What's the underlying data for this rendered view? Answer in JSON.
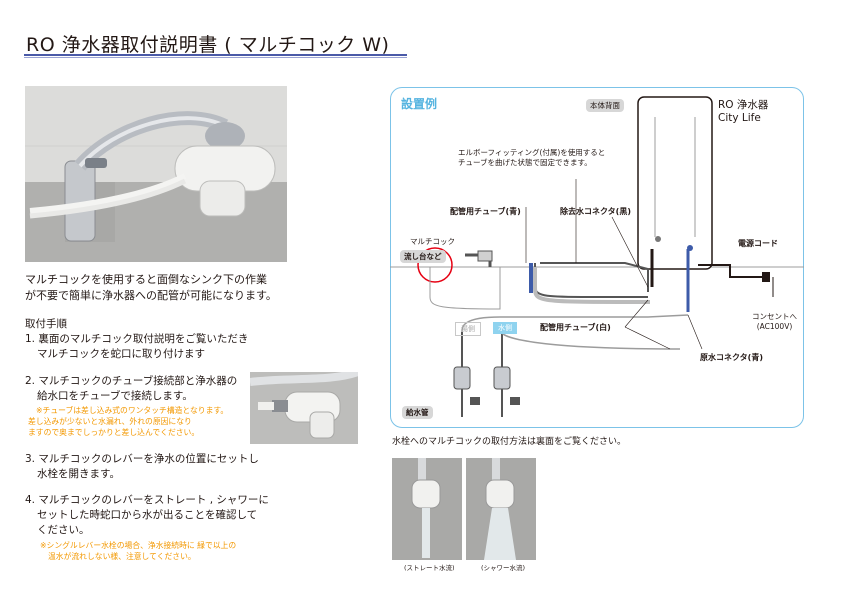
{
  "title": "RO 浄水器取付説明書 ( マルチコック W)",
  "intro": [
    "マルチコックを使用すると面倒なシンク下の作業",
    "が不要で簡単に浄水器への配管が可能になります。"
  ],
  "steps_heading": "取付手順",
  "steps": {
    "s1": [
      "1. 裏面のマルチコック取付説明をご覧いただき",
      "マルチコックを蛇口に取り付けます"
    ],
    "s2": [
      "2. マルチコックのチューブ接続部と浄水器の",
      "給水口をチューブで接続します。"
    ],
    "s2_notes": [
      "※チューブは差し込み式のワンタッチ構造となります。",
      "差し込みが少ないと水漏れ、外れの原因になり",
      "ますので奥までしっかりと差し込んでください。"
    ],
    "s3": [
      "3. マルチコックのレバーを浄水の位置にセットし",
      "水栓を開きます。"
    ],
    "s4": [
      "4. マルチコックのレバーをストレート , シャワーに",
      "セットした時蛇口から水が出ることを確認して",
      "ください。"
    ],
    "s4_notes": [
      "※シングルレバー水栓の場合、浄水接続時に 緑で以上の",
      "温水が流れしない様、注意してください。"
    ]
  },
  "diagram": {
    "title": "設置例",
    "unit_back": "本体背面",
    "unit_name": [
      "RO 浄水器",
      "City Life"
    ],
    "elbow_note": [
      "エルボーフィッティング(付属)を使用すると",
      "チューブを曲げた状態で固定できます。"
    ],
    "pipe_blue": "配管用チューブ(青)",
    "waste_connector": "除去水コネクタ(黒)",
    "multicock": "マルチコック",
    "sink_badge": "流し台など",
    "power_cord": "電源コード",
    "outlet": [
      "コンセントへ",
      "(AC100V)"
    ],
    "pipe_white": "配管用チューブ(白)",
    "source_connector": "原水コネクタ(青)",
    "tag_hot": "湯側",
    "tag_water": "水側",
    "supply_pipe": "給水管"
  },
  "caption": "水栓へのマルチコックの取付方法は裏面をご覧ください。",
  "shot_captions": [
    "(ストレート水流)",
    "(シャワー水流)"
  ],
  "colors": {
    "accent": "#56b4e0",
    "note": "#f39800",
    "rule": "#4a5aa8",
    "pipe_blue": "#3d5ba9"
  }
}
